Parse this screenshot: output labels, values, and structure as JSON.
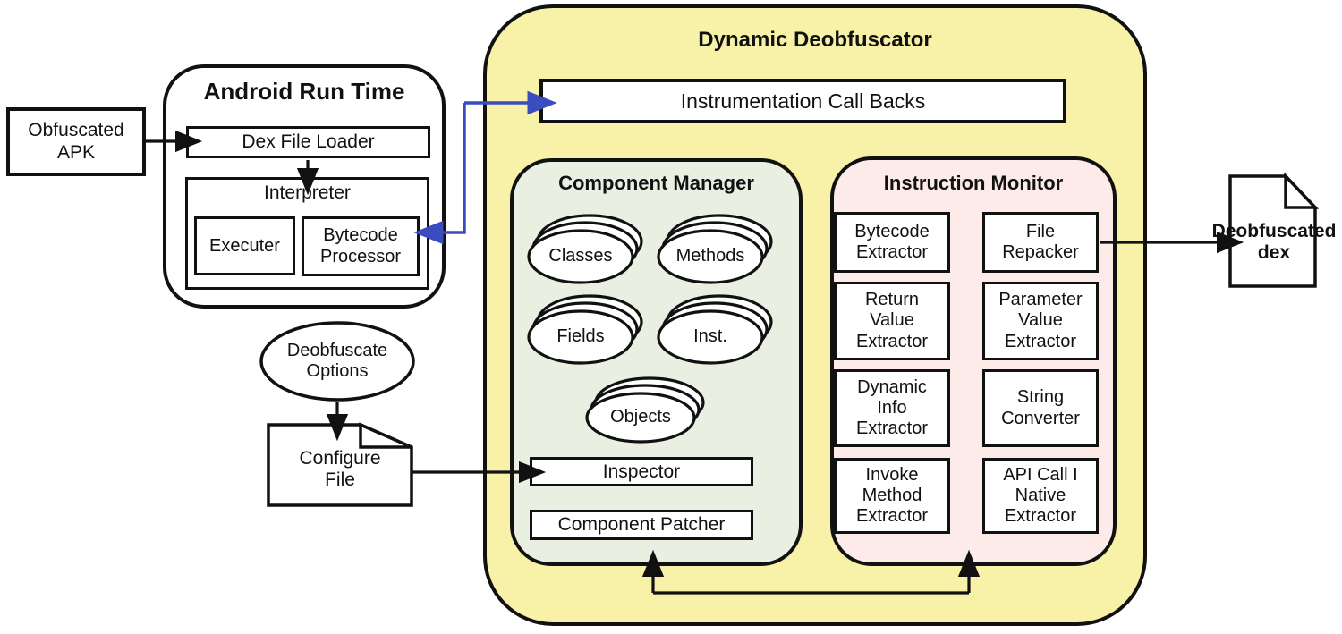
{
  "diagram": {
    "apk_label": "Obfuscated\nAPK",
    "art": {
      "title": "Android Run Time",
      "dex_loader": "Dex File Loader",
      "interpreter": "Interpreter",
      "executer": "Executer",
      "bytecode_processor": "Bytecode\nProcessor"
    },
    "options_label": "Deobfuscate\nOptions",
    "configure_label": "Configure\nFile",
    "deobfuscator": {
      "title": "Dynamic Deobfuscator",
      "callbacks": "Instrumentation Call Backs",
      "component_manager": {
        "title": "Component Manager",
        "stacks": [
          "Classes",
          "Methods",
          "Fields",
          "Inst.",
          "Objects"
        ],
        "inspector": "Inspector",
        "patcher": "Component Patcher"
      },
      "instruction_monitor": {
        "title": "Instruction Monitor",
        "modules": [
          "Bytecode\nExtractor",
          "File\nRepacker",
          "Return\nValue\nExtractor",
          "Parameter\nValue\nExtractor",
          "Dynamic\nInfo\nExtractor",
          "String\nConverter",
          "Invoke\nMethod\nExtractor",
          "API Call I\nNative\nExtractor"
        ]
      }
    },
    "output_label": "Deobfuscated\ndex",
    "colors": {
      "deobfuscator_fill": "#f7f2a7",
      "component_manager_fill": "#e9f0e1",
      "instruction_monitor_fill": "#fcebe9",
      "line": "#111111",
      "callback_arrow_blue": "#3a4cc0"
    }
  }
}
